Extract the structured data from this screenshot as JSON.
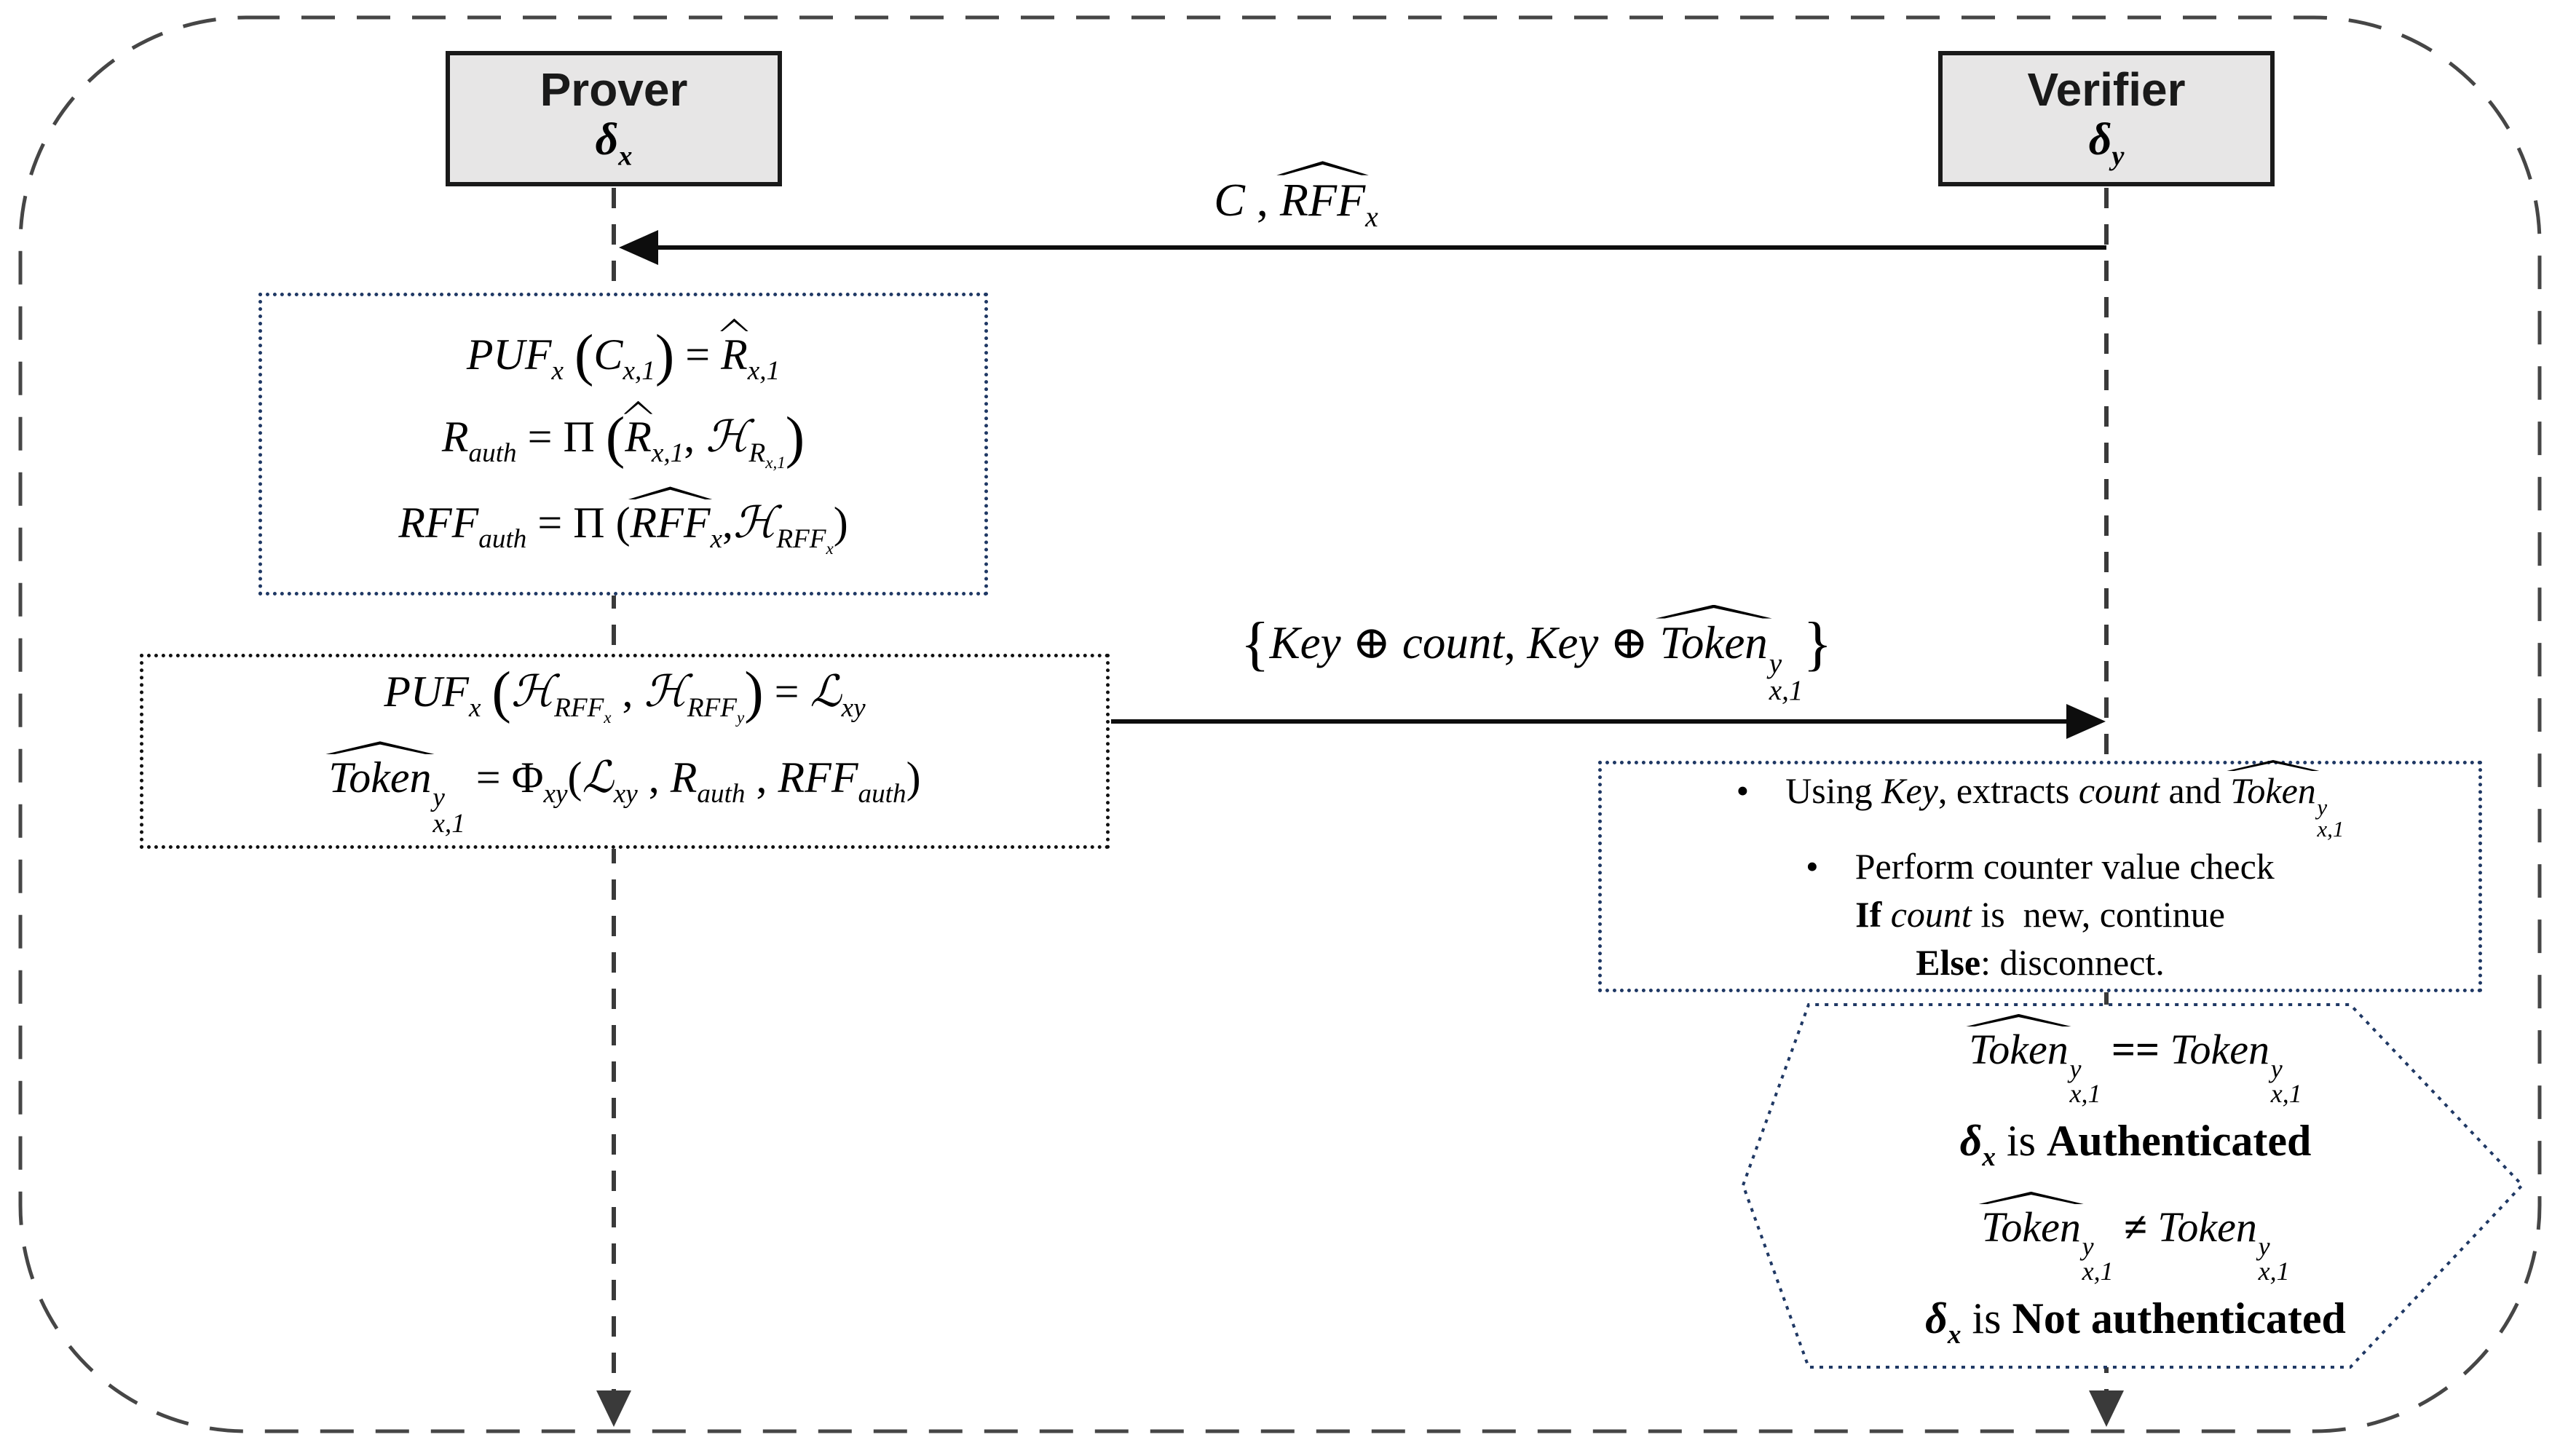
{
  "colors": {
    "accent_navy": "#1f3864",
    "head_fill": "#e7e6e6",
    "head_border": "#1a1a1a",
    "line_dark": "#3a3a3a",
    "outer_border": "#464646",
    "arrow_black": "#0d0d0d"
  },
  "actors": {
    "prover": {
      "label": "Prover",
      "sym": [
        {
          "t": "δ",
          "k": "bi"
        },
        {
          "t": "x",
          "k": "dn bi"
        }
      ]
    },
    "verifier": {
      "label": "Verifier",
      "sym": [
        {
          "t": "δ",
          "k": "bi"
        },
        {
          "t": "y",
          "k": "dn bi"
        }
      ]
    }
  },
  "messages": {
    "m1": [
      {
        "t": "C"
      },
      {
        "t": " , ",
        "k": "r"
      },
      {
        "t": "RFF",
        "k": "hat"
      },
      {
        "t": "x",
        "k": "dn"
      }
    ],
    "m2": [
      {
        "t": "{",
        "k": "big"
      },
      {
        "t": "Key"
      },
      {
        "t": " ⊕ ",
        "k": "r"
      },
      {
        "t": "count"
      },
      {
        "t": ", ",
        "k": "r"
      },
      {
        "t": "Key"
      },
      {
        "t": " ⊕ ",
        "k": "r"
      },
      {
        "t": "Token",
        "k": "hat"
      },
      {
        "ss": {
          "up": "y",
          "dn": "x,1"
        }
      },
      {
        "t": "}",
        "k": "big"
      }
    ]
  },
  "prover_box1": {
    "lines": [
      [
        {
          "t": "PUF"
        },
        {
          "t": "x",
          "k": "dn"
        },
        {
          "t": " ",
          "k": "r"
        },
        {
          "t": "(",
          "k": "big"
        },
        {
          "t": "C"
        },
        {
          "t": "x,1",
          "k": "dn"
        },
        {
          "t": ")",
          "k": "big"
        },
        {
          "t": " = ",
          "k": "r"
        },
        {
          "t": "R",
          "k": "hat"
        },
        {
          "t": "x,1",
          "k": "dn"
        }
      ],
      [
        {
          "t": "R"
        },
        {
          "t": "auth",
          "k": "dn"
        },
        {
          "t": " = ",
          "k": "r"
        },
        {
          "t": "Π ",
          "k": "r"
        },
        {
          "t": "(",
          "k": "big"
        },
        {
          "t": "R",
          "k": "hat"
        },
        {
          "t": "x,1",
          "k": "dn"
        },
        {
          "t": ", ",
          "k": "r"
        },
        {
          "t": "ℋ"
        },
        {
          "t": [
            {
              "t": "R"
            },
            {
              "t": "x,1",
              "k": "dn"
            }
          ],
          "k": "dn"
        },
        {
          "t": ")",
          "k": "big"
        }
      ],
      [
        {
          "t": "RFF"
        },
        {
          "t": "auth",
          "k": "dn"
        },
        {
          "t": " =  ",
          "k": "r"
        },
        {
          "t": "Π (",
          "k": "r"
        },
        {
          "t": "RFF",
          "k": "hat"
        },
        {
          "t": "x",
          "k": "dn"
        },
        {
          "t": ",",
          "k": "r"
        },
        {
          "t": "ℋ"
        },
        {
          "t": [
            {
              "t": "RFF"
            },
            {
              "t": "x",
              "k": "dn"
            }
          ],
          "k": "dn"
        },
        {
          "t": ")",
          "k": "r"
        }
      ]
    ]
  },
  "prover_box2": {
    "lines": [
      [
        {
          "t": "PUF"
        },
        {
          "t": "x",
          "k": "dn"
        },
        {
          "t": " ",
          "k": "r"
        },
        {
          "t": "(",
          "k": "big"
        },
        {
          "t": "ℋ"
        },
        {
          "t": [
            {
              "t": "RFF"
            },
            {
              "t": "x",
              "k": "dn"
            }
          ],
          "k": "dn"
        },
        {
          "t": " , ",
          "k": "r"
        },
        {
          "t": "ℋ"
        },
        {
          "t": [
            {
              "t": "RFF"
            },
            {
              "t": "y",
              "k": "dn"
            }
          ],
          "k": "dn"
        },
        {
          "t": ")",
          "k": "big"
        },
        {
          "t": " =  ",
          "k": "r"
        },
        {
          "t": "ℒ"
        },
        {
          "t": "xy",
          "k": "dn"
        }
      ],
      [
        {
          "t": "Token",
          "k": "hat"
        },
        {
          "ss": {
            "up": "y",
            "dn": "x,1"
          }
        },
        {
          "t": " = ",
          "k": "r"
        },
        {
          "t": "Φ",
          "k": "r"
        },
        {
          "t": "xy",
          "k": "dn"
        },
        {
          "t": "(",
          "k": "r"
        },
        {
          "t": "ℒ"
        },
        {
          "t": "xy",
          "k": "dn"
        },
        {
          "t": " , ",
          "k": "r"
        },
        {
          "t": "R"
        },
        {
          "t": "auth",
          "k": "dn"
        },
        {
          "t": " , ",
          "k": "r"
        },
        {
          "t": "RFF"
        },
        {
          "t": "auth",
          "k": "dn"
        },
        {
          "t": ")",
          "k": "r"
        }
      ]
    ]
  },
  "verifier_box": {
    "lines": [
      [
        {
          "t": "•    ",
          "k": "r"
        },
        {
          "t": "Using ",
          "k": "r"
        },
        {
          "t": "Key"
        },
        {
          "t": ", extracts ",
          "k": "r"
        },
        {
          "t": "count"
        },
        {
          "t": " and ",
          "k": "r"
        },
        {
          "t": "Token",
          "k": "hat"
        },
        {
          "ss": {
            "up": "y",
            "dn": "x,1"
          }
        }
      ],
      [
        {
          "t": "•    ",
          "k": "r"
        },
        {
          "t": "Perform counter value check",
          "k": "r"
        }
      ],
      [
        {
          "t": "If ",
          "k": "b"
        },
        {
          "t": "count"
        },
        {
          "t": " is  new, continue",
          "k": "r"
        }
      ],
      [
        {
          "t": "Else",
          "k": "b"
        },
        {
          "t": ": disconnect.",
          "k": "r"
        }
      ]
    ]
  },
  "decision": {
    "match_eq": [
      {
        "t": "Token",
        "k": "hat"
      },
      {
        "ss": {
          "up": "y",
          "dn": "x,1"
        }
      },
      {
        "t": " == ",
        "k": "b"
      },
      {
        "t": "Token"
      },
      {
        "ss": {
          "up": "y",
          "dn": "x,1"
        }
      }
    ],
    "match_text": [
      {
        "t": "δ",
        "k": "bi"
      },
      {
        "t": "x",
        "k": "dn bi"
      },
      {
        "t": " is ",
        "k": "r"
      },
      {
        "t": "Authenticated",
        "k": "b"
      }
    ],
    "mismatch_eq": [
      {
        "t": "Token",
        "k": "hat"
      },
      {
        "ss": {
          "up": "y",
          "dn": "x,1"
        }
      },
      {
        "t": " ≠ ",
        "k": "b"
      },
      {
        "t": "Token"
      },
      {
        "ss": {
          "up": "y",
          "dn": "x,1"
        }
      }
    ],
    "mismatch_text": [
      {
        "t": "δ",
        "k": "bi"
      },
      {
        "t": "x",
        "k": "dn bi"
      },
      {
        "t": " is ",
        "k": "r"
      },
      {
        "t": "Not authenticated",
        "k": "b"
      }
    ]
  }
}
